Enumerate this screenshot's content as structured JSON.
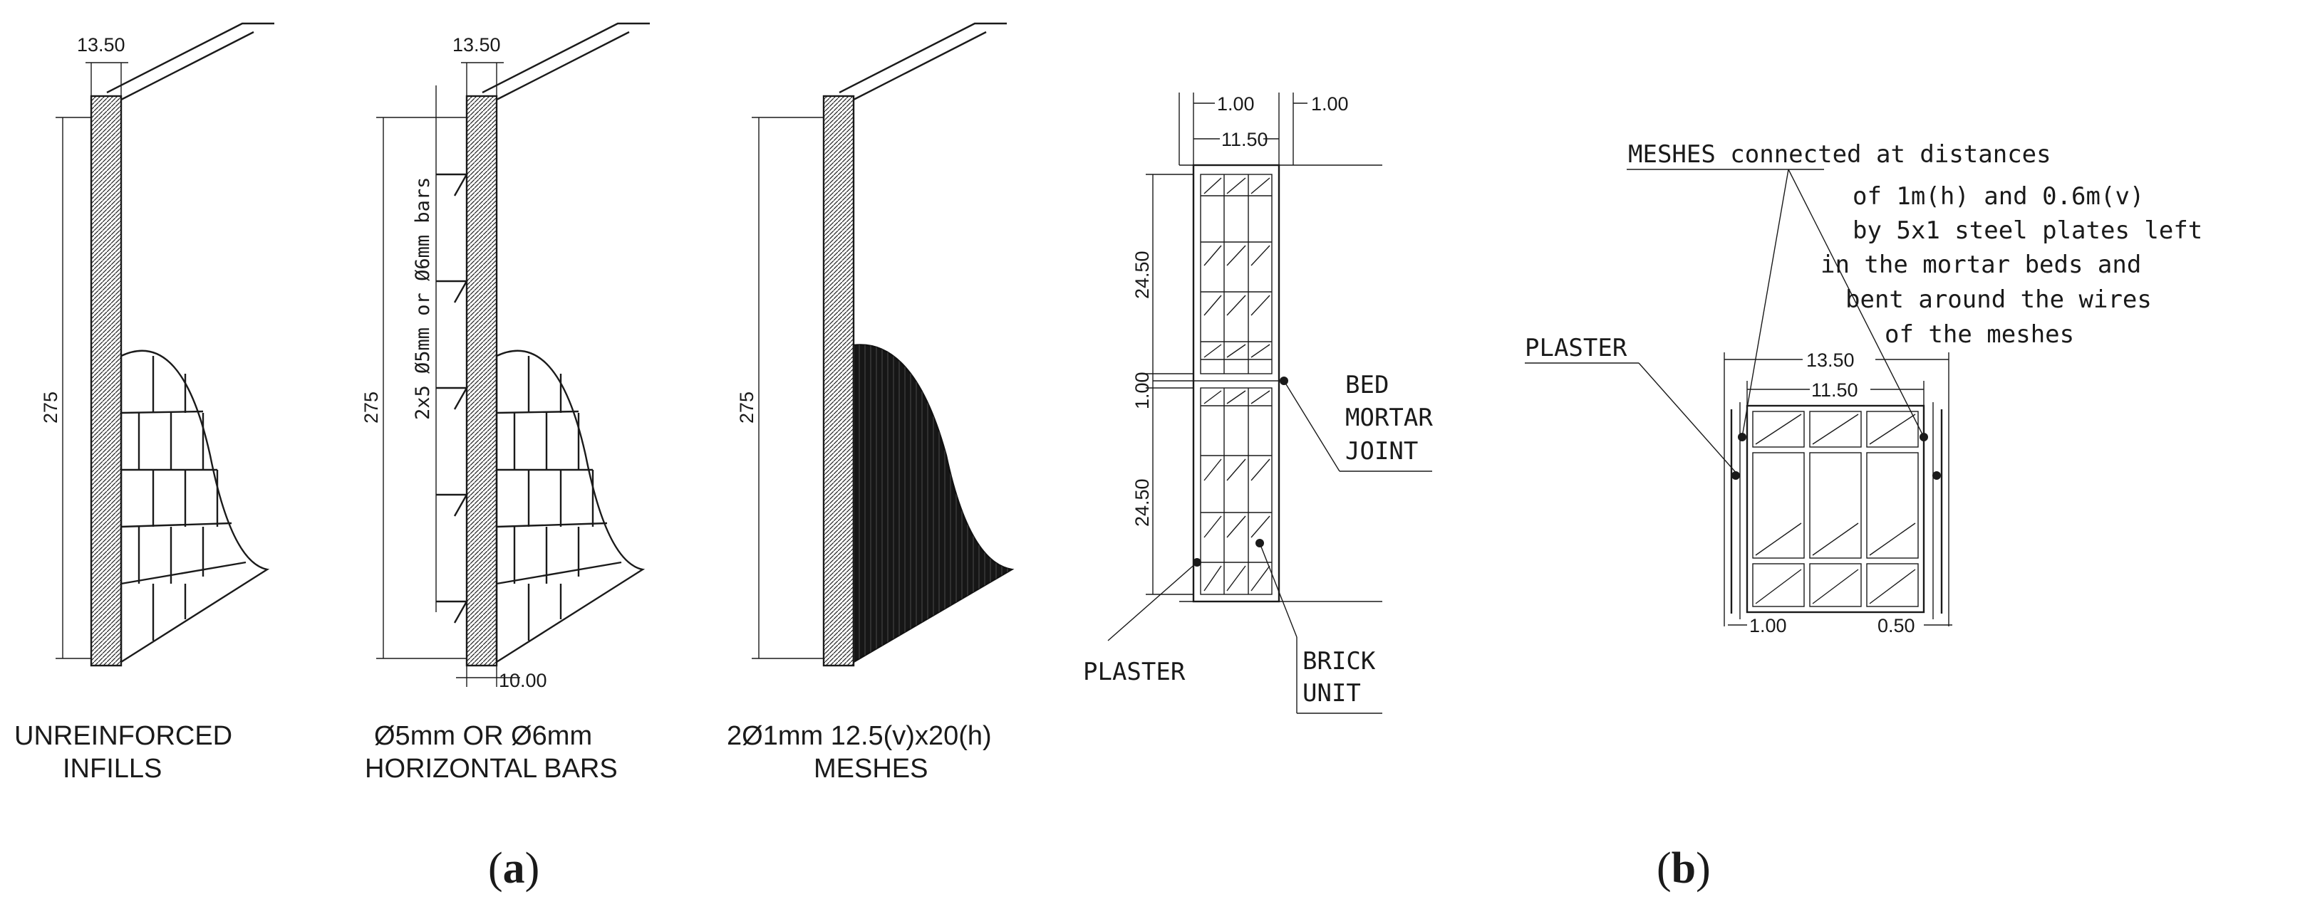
{
  "panel_a": {
    "dims": {
      "thickness": "13.50",
      "height": "275",
      "base": "10.00"
    },
    "bar_spacing_label": "2x5 Ø5mm or Ø6mm bars",
    "walls": [
      {
        "label_line1": "UNREINFORCED",
        "label_line2": "INFILLS"
      },
      {
        "label_line1": "Ø5mm OR Ø6mm",
        "label_line2": "HORIZONTAL BARS"
      },
      {
        "label_line1": "2Ø1mm 12.5(v)x20(h)",
        "label_line2": "MESHES"
      }
    ],
    "caption": {
      "prefix": "(",
      "letter": "a",
      "suffix": ")"
    }
  },
  "panel_b_section": {
    "dims": {
      "plaster_left": "1.00",
      "plaster_right": "1.00",
      "core": "11.50",
      "brick_upper": "24.50",
      "mortar": "1.00",
      "brick_lower": "24.50"
    },
    "labels": {
      "bed_joint_1": "BED",
      "bed_joint_2": "MORTAR",
      "bed_joint_3": "JOINT",
      "plaster": "PLASTER",
      "brick_1": "BRICK",
      "brick_2": "UNIT"
    }
  },
  "panel_b_plan": {
    "note": [
      "MESHES connected at distances",
      "of 1m(h) and 0.6m(v)",
      "by 5x1 steel plates left",
      "in the mortar beds and",
      "bent around the wires",
      "of the meshes"
    ],
    "plaster_label": "PLASTER",
    "dims": {
      "outer": "13.50",
      "inner": "11.50",
      "left": "1.00",
      "right": "0.50"
    },
    "caption": {
      "prefix": "(",
      "letter": "b",
      "suffix": ")"
    }
  }
}
